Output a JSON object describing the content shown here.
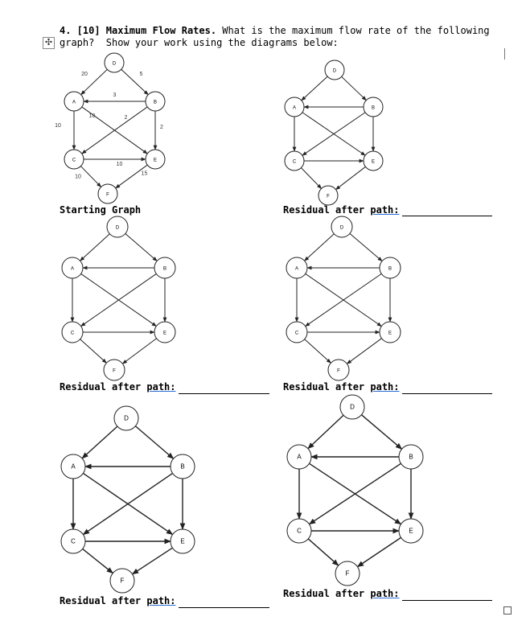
{
  "question": {
    "line1_bold": "4. [10] Maximum Flow Rates.",
    "line1_rest": " What is the maximum flow rate of the following",
    "line2": "graph?  Show your work using the diagrams below:"
  },
  "icons": {
    "move_handle": "move-icon",
    "move_glyph": "✣"
  },
  "captions": [
    "Starting Graph",
    "Residual after path:",
    "Residual after path:",
    "Residual after path:",
    "Residual after path:",
    "Residual after path:"
  ],
  "graph": {
    "nodes": [
      "D",
      "A",
      "B",
      "C",
      "E",
      "F"
    ],
    "edges": [
      {
        "from": "D",
        "to": "A",
        "capacity": "20"
      },
      {
        "from": "D",
        "to": "B",
        "capacity": "5"
      },
      {
        "from": "B",
        "to": "A",
        "capacity": "3"
      },
      {
        "from": "A",
        "to": "C",
        "capacity": "10"
      },
      {
        "from": "A",
        "to": "E",
        "capacity": "10"
      },
      {
        "from": "B",
        "to": "C",
        "capacity": "2"
      },
      {
        "from": "B",
        "to": "E",
        "capacity": "2"
      },
      {
        "from": "C",
        "to": "E",
        "capacity": "10"
      },
      {
        "from": "C",
        "to": "F",
        "capacity": "10"
      },
      {
        "from": "E",
        "to": "F",
        "capacity": "15"
      }
    ]
  }
}
